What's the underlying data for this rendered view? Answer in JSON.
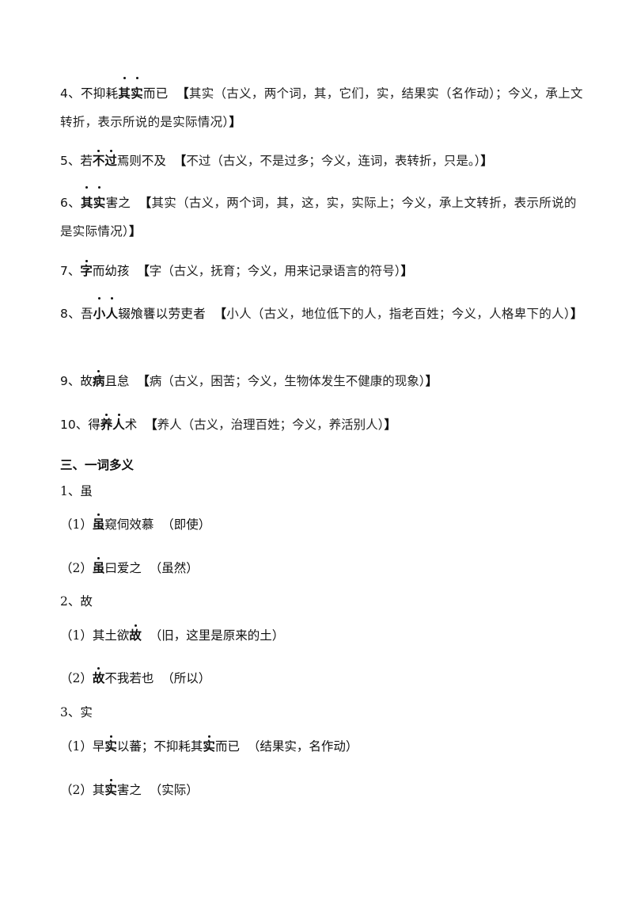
{
  "terms": [
    {
      "n": "4、",
      "pre": "不抑耗",
      "kw": [
        "其",
        "实"
      ],
      "post": "而已",
      "note_open": "【",
      "note": "其实（古义，两个词，其，它们，实，结果实（名作动）；今义，承上文转折，表示所说的是实际情况）",
      "note_close": "】"
    },
    {
      "n": "5、",
      "pre": "若",
      "kw": [
        "不",
        "过"
      ],
      "post": "焉则不及",
      "note_open": "【",
      "note": "不过（古义，不是过多；今义，连词，表转折，只是。）",
      "note_close": "】"
    },
    {
      "n": "6、",
      "pre": "",
      "kw": [
        "其",
        "实"
      ],
      "post": "害之",
      "note_open": "【",
      "note": "其实（古义，两个词，其，这，实，实际上；今义，承上文转折，表示所说的是实际情况）",
      "note_close": "】"
    },
    {
      "n": "7、",
      "pre": "",
      "kw": [
        "字"
      ],
      "post": "而幼孩",
      "note_open": "【",
      "note": "字（古义，抚育；今义，用来记录语言的符号）",
      "note_close": "】"
    },
    {
      "n": "8、",
      "pre": "吾",
      "kw": [
        "小",
        "人"
      ],
      "post": "辍飧饔以劳吏者",
      "note_open": "【",
      "note": "小人（古义，地位低下的人，指老百姓；今义，人格卑下的人）",
      "note_close": "】"
    },
    {
      "n": "9、",
      "pre": "故",
      "kw": [
        "病"
      ],
      "post": "且怠",
      "note_open": "【",
      "note": "病（古义，困苦；今义，生物体发生不健康的现象）",
      "note_close": "】"
    },
    {
      "n": "10、",
      "pre": "得",
      "kw": [
        "养",
        "人"
      ],
      "post": "术",
      "note_open": "【",
      "note": "养人（古义，治理百姓；今义，养活别人）",
      "note_close": "】"
    }
  ],
  "section_title": "三、一词多义",
  "groups": [
    {
      "head": "1、虽",
      "items": [
        {
          "idx": "（1）",
          "pre": "",
          "kw": "虽",
          "post": "窥伺效慕",
          "meaning": "（即使）"
        },
        {
          "idx": "（2）",
          "pre": "",
          "kw": "虽",
          "post": "曰爱之",
          "meaning": "（虽然）"
        }
      ]
    },
    {
      "head": "2、故",
      "items": [
        {
          "idx": "（1）",
          "pre": "其土欲",
          "kw": "故",
          "post": "",
          "meaning": "（旧，这里是原来的土）"
        },
        {
          "idx": "（2）",
          "pre": "",
          "kw": "故",
          "post": "不我若也",
          "meaning": "（所以）"
        }
      ]
    },
    {
      "head": "3、实",
      "items": [
        {
          "idx": "（1）",
          "pre": "早",
          "kw": "实",
          "post": "以蕃；不抑耗其",
          "kw2": "实",
          "post2": "而已",
          "meaning": "（结果实，名作动）"
        },
        {
          "idx": "（2）",
          "pre": "其",
          "kw": "实",
          "post": "害之",
          "meaning": "（实际）"
        }
      ]
    }
  ]
}
